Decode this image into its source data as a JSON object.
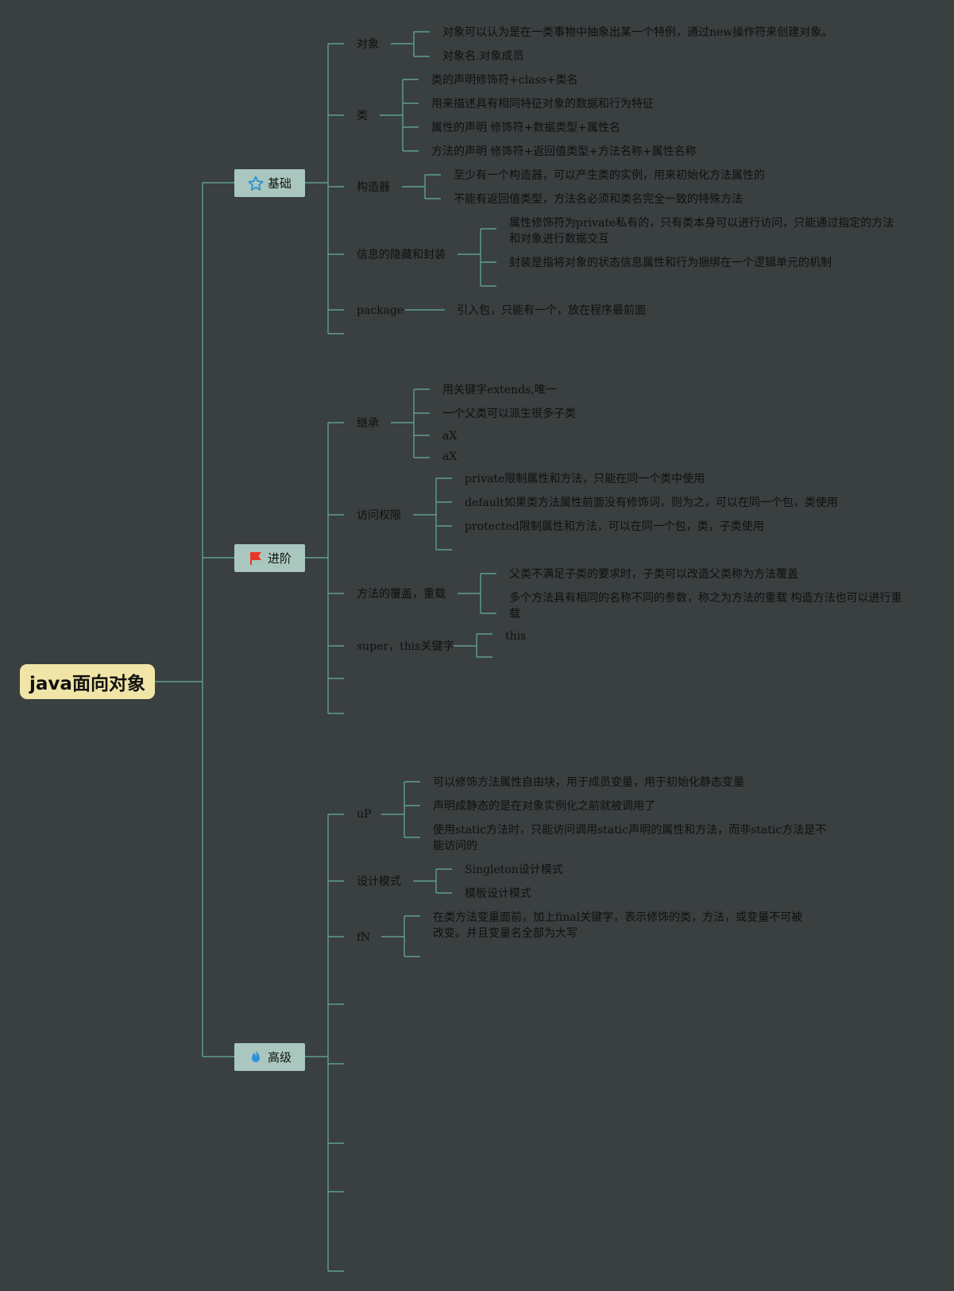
{
  "root": {
    "label": "java面向对象"
  },
  "sections": {
    "basic": {
      "label": "基础",
      "icon": "star-icon",
      "topics": {
        "object": {
          "label": "对象",
          "items": [
            "对象可以认为是在一类事物中抽象出某一个特例，通过new操作符来创建对象。",
            "对象名.对象成员"
          ]
        },
        "class": {
          "label": "类",
          "items": [
            "类的声明修饰符+class+类名",
            "用来描述具有相同特征对象的数据和行为特征",
            "属性的声明 修饰符+数据类型+属性名",
            "方法的声明 修饰符+返回值类型+方法名称+属性名称"
          ]
        },
        "constructor": {
          "label": "构造器",
          "items": [
            "至少有一个构造器，可以产生类的实例，用来初始化方法属性的",
            "不能有返回值类型，方法名必须和类名完全一致的特殊方法"
          ]
        },
        "encapsulation": {
          "label": "信息的隐藏和封装",
          "items": [
            "属性修饰符为private私有的，只有类本身可以进行访问，只能通过指定的方法和对象进行数据交互",
            "封装是指将对象的状态信息属性和行为捆绑在一个逻辑单元的机制"
          ]
        },
        "package": {
          "label": "package",
          "items": [
            "引入包，只能有一个，放在程序最前面"
          ]
        }
      }
    },
    "advanced": {
      "label": "进阶",
      "icon": "red-flag-icon",
      "topics": {
        "inheritance": {
          "label": "继承",
          "items": [
            "用关键字extends,唯一",
            "一个父类可以派生很多子类",
            "aX",
            "aX"
          ]
        },
        "access": {
          "label": "访问权限",
          "items": [
            "private限制属性和方法，只能在同一个类中使用",
            "default如果类方法属性前面没有修饰词，则为之，可以在同一个包，类使用",
            "protected限制属性和方法，可以在同一个包，类，子类使用"
          ]
        },
        "override": {
          "label": "方法的覆盖，重载",
          "items": [
            "父类不满足子类的要求时，子类可以改造父类称为方法覆盖",
            "多个方法具有相同的名称不同的参数，称之为方法的重载 构造方法也可以进行重载"
          ]
        },
        "superthis": {
          "label": "super，this关键字",
          "items": [
            "this"
          ]
        }
      }
    },
    "senior": {
      "label": "高级",
      "icon": "flame-icon",
      "topics": {
        "static": {
          "label": "uP",
          "items": [
            "可以修饰方法属性自由块，用于成员变量，用于初始化静态变量",
            "声明成静态的是在对象实例化之前就被调用了",
            "使用static方法时，只能访问调用static声明的属性和方法，而非static方法是不能访问的"
          ]
        },
        "pattern": {
          "label": "设计模式",
          "items": [
            "Singleton设计模式",
            "模板设计模式"
          ]
        },
        "final": {
          "label": "fN",
          "items": [
            "在类方法变量面前，加上final关键字，表示修饰的类，方法，或变量不可被改变。并且变量名全部为大写"
          ]
        }
      }
    }
  },
  "colors": {
    "background": "#3a3f40",
    "line": "#5f9e92",
    "root_fill": "#f0e5a6",
    "section_fill": "#a9c7bf",
    "text": "#101010",
    "star": "#2d8fd5",
    "flag": "#e8352b",
    "flame": "#2f8fdc"
  }
}
